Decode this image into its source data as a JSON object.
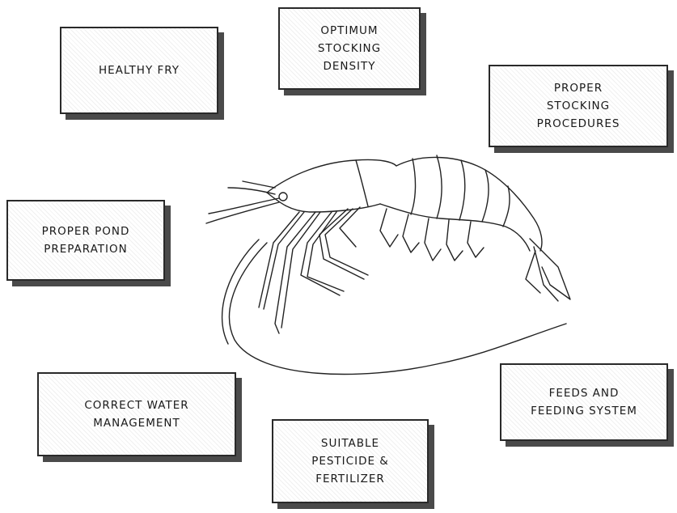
{
  "factors": [
    {
      "id": "healthy-fry",
      "text": "HEALTHY FRY"
    },
    {
      "id": "optimum-stocking-density",
      "text": "OPTIMUM\nSTOCKING\nDENSITY"
    },
    {
      "id": "proper-stocking-procedures",
      "text": "PROPER\nSTOCKING\nPROCEDURES"
    },
    {
      "id": "proper-pond-preparation",
      "text": "PROPER POND\nPREPARATION"
    },
    {
      "id": "correct-water-management",
      "text": "CORRECT WATER\nMANAGEMENT"
    },
    {
      "id": "suitable-pesticide-fertilizer",
      "text": "SUITABLE\nPESTICIDE &\nFERTILIZER"
    },
    {
      "id": "feeds-and-feeding-system",
      "text": "FEEDS AND\nFEEDING SYSTEM"
    }
  ],
  "center_image": {
    "icon": "shrimp-illustration"
  }
}
